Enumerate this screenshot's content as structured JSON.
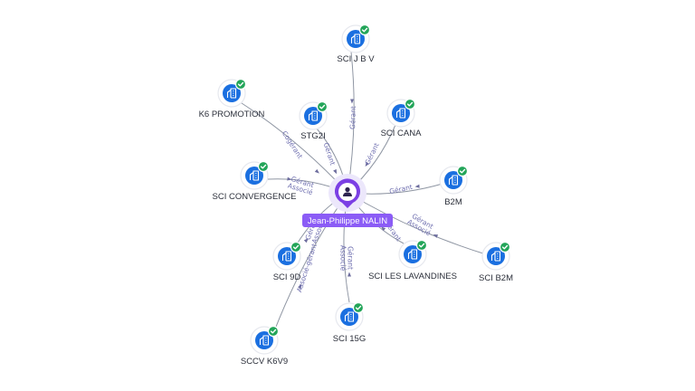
{
  "person": {
    "name": "Jean-Philippe NALIN",
    "icon": "person-icon"
  },
  "colors": {
    "person_accent": "#7b3fe4",
    "person_label_bg": "#8b5cf6",
    "company_core": "#1a6fe0",
    "verified_badge": "#23a559",
    "edge": "#8f96a3",
    "edge_label": "#6f6fb0"
  },
  "company_icon": "building-icon",
  "badge_icon": "check-badge-icon",
  "companies": [
    {
      "id": "sci-jbv",
      "name": "SCI J B V",
      "roles": [
        "Gérant"
      ]
    },
    {
      "id": "k6-promotion",
      "name": "K6 PROMOTION",
      "roles": [
        "Cogérant"
      ]
    },
    {
      "id": "stg2i",
      "name": "STG2I",
      "roles": [
        "Gérant"
      ]
    },
    {
      "id": "sci-cana",
      "name": "SCI CANA",
      "roles": [
        "Gérant"
      ]
    },
    {
      "id": "sci-convergence",
      "name": "SCI CONVERGENCE",
      "roles": [
        "Gérant",
        "Associé"
      ]
    },
    {
      "id": "b2m",
      "name": "B2M",
      "roles": [
        "Gérant"
      ]
    },
    {
      "id": "sci-b2m",
      "name": "SCI B2M",
      "roles": [
        "Gérant",
        "Associé"
      ]
    },
    {
      "id": "sci-9d",
      "name": "SCI 9D",
      "roles": [
        "Gérant",
        "Associé"
      ]
    },
    {
      "id": "sci-les-lavandines",
      "name": "SCI LES LAVANDINES",
      "roles": [
        "Gérant"
      ]
    },
    {
      "id": "sci-15g",
      "name": "SCI 15G",
      "roles": [
        "Gérant",
        "Associé"
      ]
    },
    {
      "id": "sccv-k6v9",
      "name": "SCCV K6V9",
      "roles": [
        "Associé-gérant"
      ]
    }
  ]
}
